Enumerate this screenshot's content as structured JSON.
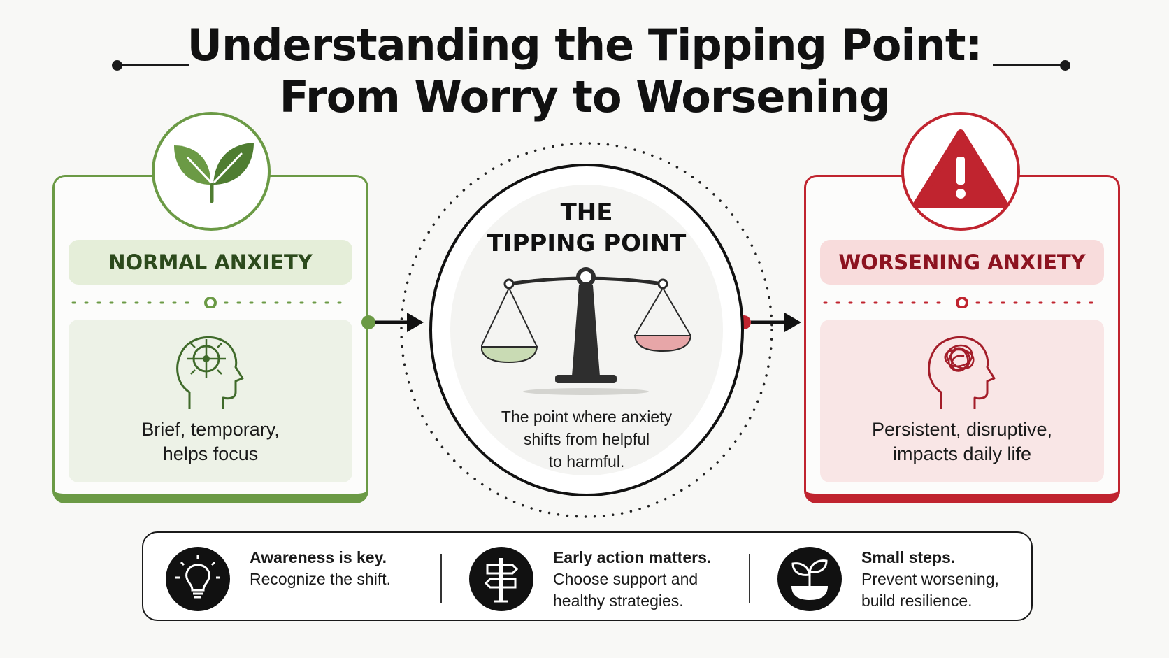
{
  "title": {
    "line1": "Understanding the Tipping Point:",
    "line2": "From Worry to Worsening"
  },
  "colors": {
    "green": "#6b9a45",
    "red": "#c0242f",
    "dark": "#111111"
  },
  "normal": {
    "icon": "leaf-icon",
    "label": "NORMAL ANXIETY",
    "head_icon": "focused-head-icon",
    "description": "Brief, temporary,\nhelps focus"
  },
  "tipping": {
    "title": "THE\nTIPPING POINT",
    "icon": "balance-scale-icon",
    "description": "The point where anxiety\nshifts from helpful\nto harmful."
  },
  "worsening": {
    "icon": "warning-icon",
    "label": "WORSENING ANXIETY",
    "head_icon": "tangled-head-icon",
    "description": "Persistent, disruptive,\nimpacts daily life"
  },
  "tips": [
    {
      "icon": "lightbulb-icon",
      "heading": "Awareness is key.",
      "body": "Recognize the shift."
    },
    {
      "icon": "signpost-icon",
      "heading": "Early action matters.",
      "body": "Choose support and\nhealthy strategies."
    },
    {
      "icon": "sprout-icon",
      "heading": "Small steps.",
      "body": "Prevent worsening,\nbuild resilience."
    }
  ]
}
